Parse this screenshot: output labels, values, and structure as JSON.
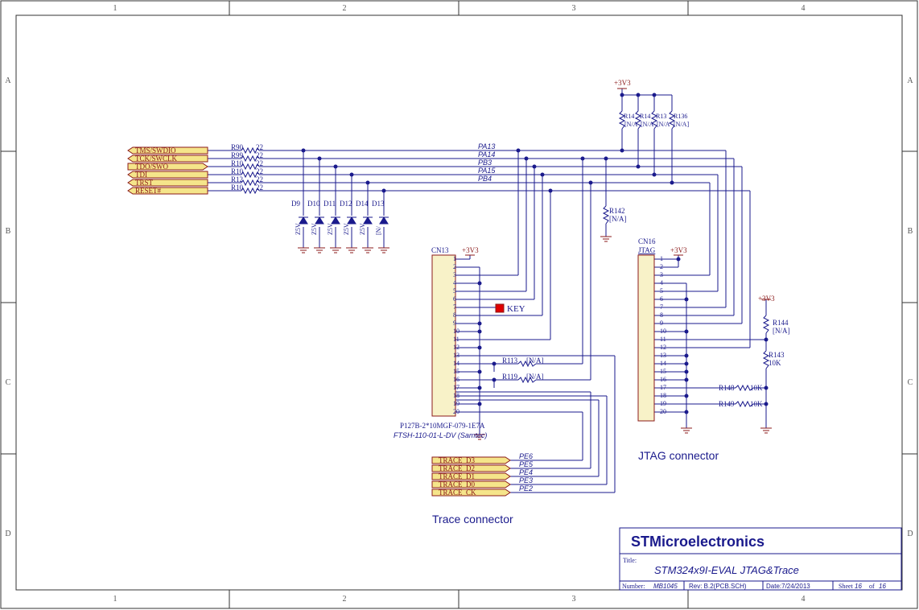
{
  "frame": {
    "cols": [
      "1",
      "2",
      "3",
      "4"
    ],
    "rows": [
      "A",
      "B",
      "C",
      "D"
    ]
  },
  "jtag_signals": [
    {
      "label": "TMS/SWDIO",
      "resistor": "R90",
      "value": "22",
      "net": "PA13"
    },
    {
      "label": "TCK/SWCLK",
      "resistor": "R99",
      "value": "22",
      "net": "PA14"
    },
    {
      "label": "TDO/SWO",
      "resistor": "R10",
      "value": "22",
      "net": "PB3"
    },
    {
      "label": "TDI",
      "resistor": "R10",
      "value": "22",
      "net": "PA15"
    },
    {
      "label": "TRST",
      "resistor": "R12",
      "value": "22",
      "net": "PB4"
    },
    {
      "label": "RESET#",
      "resistor": "R10",
      "value": "22",
      "net": ""
    }
  ],
  "diodes": [
    {
      "ref": "D9",
      "value": "Z5V"
    },
    {
      "ref": "D10",
      "value": "Z5V"
    },
    {
      "ref": "D11",
      "value": "Z5V"
    },
    {
      "ref": "D12",
      "value": "Z5V"
    },
    {
      "ref": "D14",
      "value": "Z5V"
    },
    {
      "ref": "D13",
      "value": "[N/"
    }
  ],
  "pullups": {
    "supply": "+3V3",
    "resistors": [
      {
        "ref": "R14",
        "value": "[N/A"
      },
      {
        "ref": "R14",
        "value": "[N/A"
      },
      {
        "ref": "R13",
        "value": "[N/A"
      },
      {
        "ref": "R136",
        "value": "[N/A]"
      }
    ],
    "r142": {
      "ref": "R142",
      "value": "[N/A]"
    }
  },
  "cn13": {
    "ref": "CN13",
    "supply": "+3V3",
    "pins": [
      "1",
      "2",
      "3",
      "4",
      "5",
      "6",
      "7",
      "8",
      "9",
      "10",
      "11",
      "12",
      "13",
      "14",
      "15",
      "16",
      "17",
      "18",
      "19",
      "20"
    ],
    "part": "P127B-2*10MGF-079-1E7A",
    "part2": "FTSH-110-01-L-DV (Samtec)",
    "key_label": "KEY",
    "r113": {
      "ref": "R113",
      "value": "[N/A]"
    },
    "r119": {
      "ref": "R119",
      "value": "[N/A]"
    }
  },
  "cn16": {
    "ref": "CN16",
    "name": "JTAG",
    "supply": "+3V3",
    "pins": [
      "1",
      "2",
      "3",
      "4",
      "5",
      "6",
      "7",
      "8",
      "9",
      "10",
      "11",
      "12",
      "13",
      "14",
      "15",
      "16",
      "17",
      "18",
      "19",
      "20"
    ],
    "r144": {
      "ref": "R144",
      "value": "[N/A]"
    },
    "r143": {
      "ref": "R143",
      "value": "10K"
    },
    "r148": {
      "ref": "R148",
      "value": "10K"
    },
    "r149": {
      "ref": "R149",
      "value": "10K"
    },
    "supply2": "+3V3"
  },
  "trace_ports": [
    {
      "label": "TRACE_D3",
      "net": "PE6"
    },
    {
      "label": "TRACE_D2",
      "net": "PE5"
    },
    {
      "label": "TRACE_D1",
      "net": "PE4"
    },
    {
      "label": "TRACE_D0",
      "net": "PE3"
    },
    {
      "label": "TRACE_CK",
      "net": "PE2"
    }
  ],
  "captions": {
    "jtag": "JTAG connector",
    "trace": "Trace connector"
  },
  "title_block": {
    "company": "STMicroelectronics",
    "title_label": "Title:",
    "title": "STM324x9I-EVAL JTAG&Trace",
    "number_label": "Number:",
    "number": "MB1045",
    "rev": "Rev: B.2(PCB.SCH)",
    "date": "Date:7/24/2013",
    "sheet_label": "Sheet",
    "sheet": "16",
    "of_label": "of",
    "of": "16"
  },
  "colors": {
    "wire": "#1a1a8c",
    "component": "#8b1a1a",
    "port_fill": "#f5e58a",
    "connector_fill": "#f8f2c8",
    "key": "#e00000"
  }
}
